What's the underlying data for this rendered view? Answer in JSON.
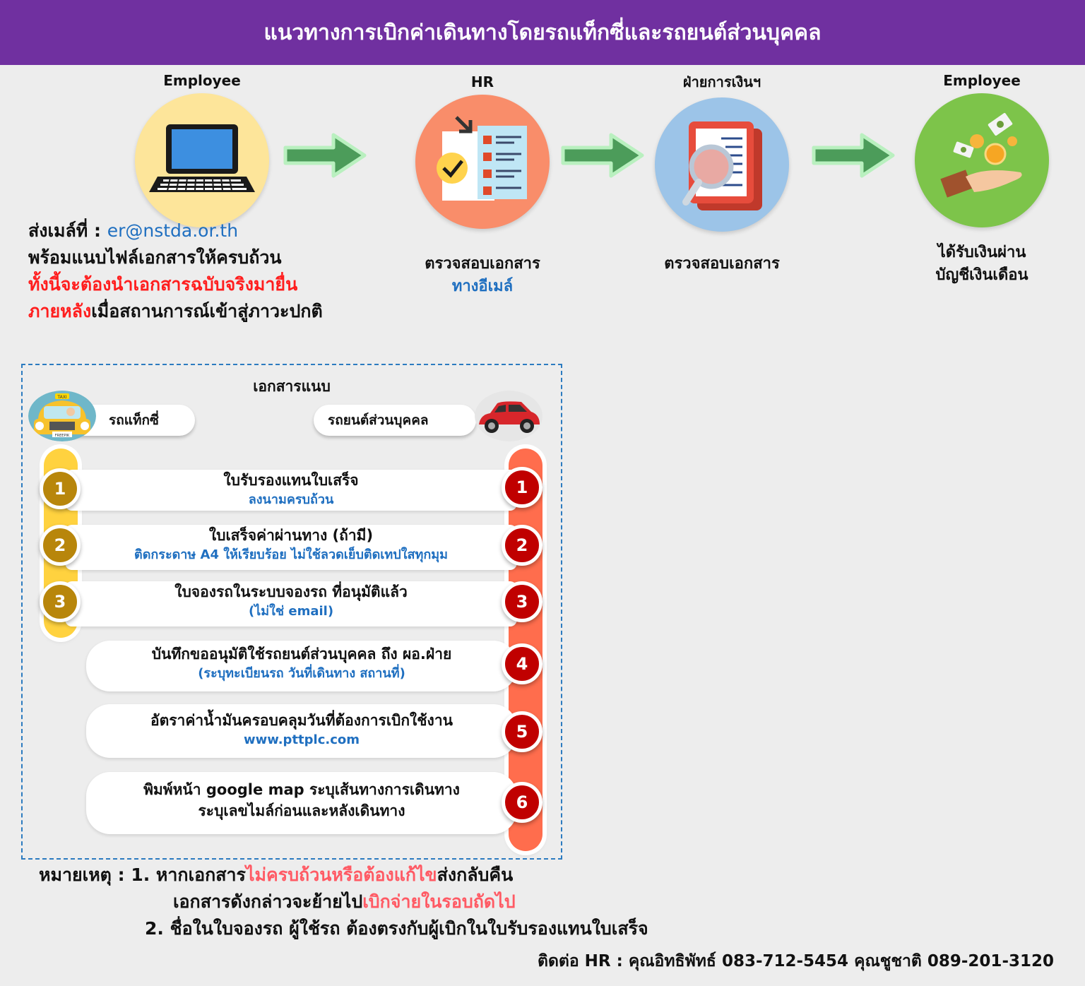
{
  "banner": {
    "title": "แนวทางการเบิกค่าเดินทางโดยรถแท็กซี่และรถยนต์ส่วนบุคคล"
  },
  "colors": {
    "banner": "#7030a0",
    "blue_text": "#1f6fc0",
    "red_text": "#ff1e1e",
    "pink_text": "#ff5a64"
  },
  "steps": [
    {
      "role": "Employee",
      "icon": "laptop-icon",
      "caption_1": "",
      "caption_2": ""
    },
    {
      "role": "HR",
      "icon": "checklist-icon",
      "caption_1": "ตรวจสอบเอกสาร",
      "caption_2": "ทางอีเมล์"
    },
    {
      "role": "ฝ่ายการเงินฯ",
      "icon": "document-magnifier-icon",
      "caption_1": "ตรวจสอบเอกสาร",
      "caption_2": ""
    },
    {
      "role": "Employee",
      "icon": "money-hand-icon",
      "caption_1": "ได้รับเงินผ่าน",
      "caption_2": "บัญชีเงินเดือน"
    }
  ],
  "instructions": {
    "send_label": "ส่งเมล์ที่ : ",
    "email": "er@nstda.or.th",
    "line_2": "พร้อมแนบไฟล์เอกสารให้ครบถ้วน",
    "line_3": "ทั้งนี้จะต้องนำเอกสารฉบับจริงมายื่น",
    "line_4_red": "ภายหลัง",
    "line_4_rest": "เมื่อสถานการณ์เข้าสู่ภาวะปกติ"
  },
  "documents": {
    "title": "เอกสารแนบ",
    "taxi_label": "รถแท็กซี่",
    "car_label": "รถยนต์ส่วนบุคคล",
    "taxi_sign": "TAXI",
    "plate": "FREEPIK",
    "items": [
      {
        "num": "1",
        "title": "ใบรับรองแทนใบเสร็จ",
        "sub": "ลงนามครบถ้วน"
      },
      {
        "num": "2",
        "title": "ใบเสร็จค่าผ่านทาง (ถ้ามี)",
        "sub": "ติดกระดาษ A4 ให้เรียบร้อย ไม่ใช้ลวดเย็บติดเทปใสทุกมุม"
      },
      {
        "num": "3",
        "title": "ใบจองรถในระบบจองรถ ที่อนุมัติแล้ว",
        "sub": "(ไม่ใช่ email)"
      },
      {
        "num": "4",
        "title": "บันทึกขออนุมัติใช้รถยนต์ส่วนบุคคล ถึง ผอ.ฝ่าย",
        "sub": "(ระบุทะเบียนรถ วันที่เดินทาง สถานที่)"
      },
      {
        "num": "5",
        "title": "อัตราค่าน้ำมันครอบคลุมวันที่ต้องการเบิกใช้งาน",
        "sub": "www.pttplc.com"
      },
      {
        "num": "6",
        "title": "พิมพ์หน้า google map ระบุเส้นทางการเดินทาง",
        "sub": "ระบุเลขไมล์ก่อนและหลังเดินทาง"
      }
    ]
  },
  "note": {
    "label": "หมายเหตุ : ",
    "n1_a": "1. หากเอกสาร",
    "n1_b": "ไม่ครบถ้วนหรือต้องแก้ไข",
    "n1_c": "ส่งกลับคืน",
    "n1_d": "เอกสารดังกล่าวจะย้ายไป",
    "n1_e": "เบิกจ่ายในรอบถัดไป",
    "n2": "2. ชื่อในใบจองรถ ผู้ใช้รถ ต้องตรงกับผู้เบิกในใบรับรองแทนใบเสร็จ"
  },
  "contact": {
    "text": "ติดต่อ HR : คุณอิทธิพัทธ์ 083-712-5454  คุณชูชาติ 089-201-3120"
  }
}
